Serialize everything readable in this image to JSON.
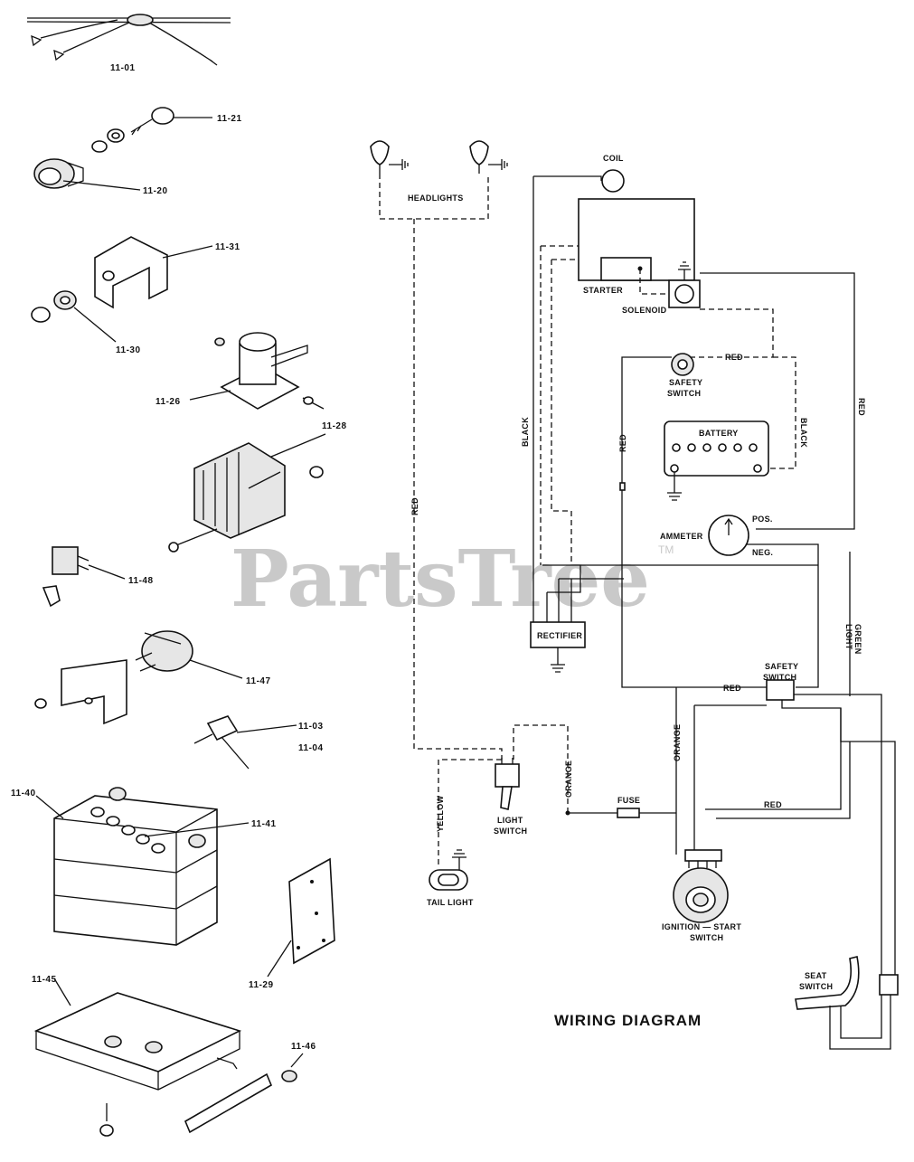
{
  "parts": {
    "p1101": "11-01",
    "p1121": "11-21",
    "p1120": "11-20",
    "p1131": "11-31",
    "p1130": "11-30",
    "p1126": "11-26",
    "p1128": "11-28",
    "p1148": "11-48",
    "p1147": "11-47",
    "p1103": "11-03",
    "p1104": "11-04",
    "p1140": "11-40",
    "p1141": "11-41",
    "p1129": "11-29",
    "p1145": "11-45",
    "p1146": "11-46"
  },
  "diagram": {
    "title": "WIRING DIAGRAM",
    "watermark": "PartsTree",
    "watermark_tm": "TM",
    "labels": {
      "headlights": "HEADLIGHTS",
      "coil": "COIL",
      "starter": "STARTER",
      "solenoid": "SOLENOID",
      "safety_switch_top_1": "SAFETY",
      "safety_switch_top_2": "SWITCH",
      "battery": "BATTERY",
      "ammeter": "AMMETER",
      "pos": "POS.",
      "neg": "NEG.",
      "rectifier": "RECTIFIER",
      "safety_switch_mid_1": "SAFETY",
      "safety_switch_mid_2": "SWITCH",
      "light_switch_1": "LIGHT",
      "light_switch_2": "SWITCH",
      "tail_light": "TAIL LIGHT",
      "fuse": "FUSE",
      "ignition_1": "IGNITION — START",
      "ignition_2": "SWITCH",
      "seat_switch_1": "SEAT",
      "seat_switch_2": "SWITCH"
    },
    "wires": {
      "red_headlight": "RED",
      "black_left": "BLACK",
      "red_mid": "RED",
      "red_safety": "RED",
      "black_right": "BLACK",
      "red_right": "RED",
      "light_green_1": "LIGHT",
      "light_green_2": "GREEN",
      "red_safety_mid": "RED",
      "orange_vert": "ORANGE",
      "orange_light": "ORANGE",
      "yellow": "YELLOW",
      "red_ignition": "RED"
    }
  }
}
